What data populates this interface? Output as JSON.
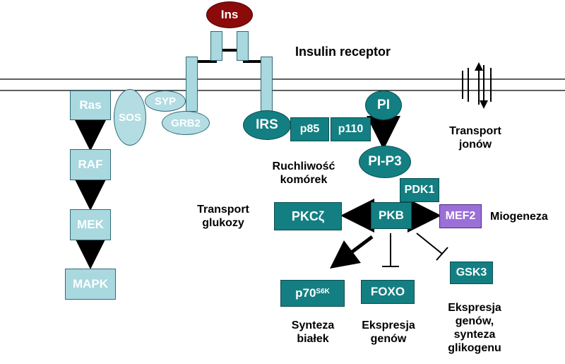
{
  "title": "Insulin receptor",
  "ligand": "Ins",
  "colors": {
    "teal": "#137f82",
    "light_blue": "#a9d8df",
    "purple": "#9b6fd8",
    "ligand": "#8b0a0a"
  },
  "nodes": {
    "ras": "Ras",
    "sos": "SOS",
    "syp": "SYP",
    "grb2": "GRB2",
    "raf": "RAF",
    "mek": "MEK",
    "mapk": "MAPK",
    "irs": "IRS",
    "p85": "p85",
    "p110": "p110",
    "pi": "PI",
    "pip3": "PI-P3",
    "pdk1": "PDK1",
    "pkb": "PKB",
    "pkcz": "PKCζ",
    "mef2": "MEF2",
    "gsk3": "GSK3",
    "p70_base": "p70",
    "p70_sup": "S6K",
    "foxo": "FOXO"
  },
  "labels": {
    "transport_jonow": [
      "Transport",
      "jonów"
    ],
    "ruchliwosc": [
      "Ruchliwość",
      "komórek"
    ],
    "transport_glukozy": [
      "Transport",
      "glukozy"
    ],
    "miogeneza": "Miogeneza",
    "synteza_bialek": [
      "Synteza",
      "białek"
    ],
    "ekspresja_genow": [
      "Ekspresja",
      "genów"
    ],
    "ekspresja_glikogenu": [
      "Ekspresja",
      "genów,",
      "synteza",
      "glikogenu"
    ]
  }
}
